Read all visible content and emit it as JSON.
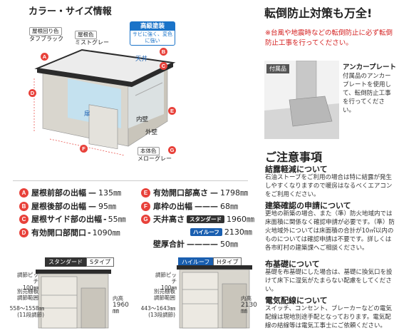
{
  "left": {
    "title": "カラー・サイズ情報",
    "roof_edge_label": "屋根回り色",
    "roof_edge_color": "タフブラック",
    "roof_label": "屋根色",
    "roof_color": "ミストグレー",
    "coating_title": "高級塗装",
    "coating_sub": "サビに強く、変色に強い",
    "ceiling": "天井",
    "door": "扉",
    "inner_wall": "内壁",
    "outer_wall": "外壁",
    "body_label": "本体色",
    "body_color": "メローグレー",
    "markers": [
      "A",
      "B",
      "C",
      "D",
      "E",
      "F",
      "G"
    ]
  },
  "specs": {
    "left": [
      {
        "m": "A",
        "label": "屋根前部の出幅",
        "value": "135㎜"
      },
      {
        "m": "B",
        "label": "屋根後部の出幅",
        "value": "95㎜"
      },
      {
        "m": "C",
        "label": "屋根サイド部の出幅",
        "value": "55㎜"
      },
      {
        "m": "D",
        "label": "有効開口部間口",
        "value": "1090㎜"
      }
    ],
    "right": [
      {
        "m": "E",
        "label": "有効開口部高さ",
        "value": "1798㎜"
      },
      {
        "m": "F",
        "label": "扉枠の出幅",
        "value": "68㎜"
      }
    ],
    "ceiling_label": "天井高さ",
    "std_tag": "スタンダード",
    "std_value": "1960㎜",
    "hi_tag": "ハイルーフ",
    "hi_value": "2130㎜",
    "wall_label": "壁厚合計",
    "wall_value": "50㎜"
  },
  "bottom": {
    "std_head": "スタンダード",
    "std_type": "Sタイプ",
    "hi_head": "ハイルーフ",
    "hi_type": "Hタイプ",
    "pitch": "調節ピッチ\n100㎜",
    "shelf_label": "別売棚板\n調節範囲",
    "std_range": "558～1558㎜\n(11段調節)",
    "hi_range": "443～1643㎜\n(13段調節)",
    "inner_h": "内高",
    "std_h": "1960\n㎜",
    "hi_h": "2130\n㎜"
  },
  "right": {
    "title": "転倒防止対策も万全!",
    "warning": "※台風や地震時などの転倒防止に必ず転倒防止工事を行ってください。",
    "accessory_tag": "付属品",
    "anchor_title": "アンカープレート",
    "anchor_body": "付属品のアンカープレートを使用して、転倒防止工事を行ってください。",
    "caution_title": "ご注意事項",
    "sections": [
      {
        "t": "結露軽減について",
        "b": "石油ストーブをご利用の場合は特に結露が発生しやすくなりますので暖房はなるべくエアコンをご利用ください。"
      },
      {
        "t": "建築確認の申請について",
        "b": "更地の新築の場合、また（準）防火地域内では床面積に関係なく確認申請が必要です。（準）防火地域外については床面積の合計が10㎡以内のものについては確認申請は不要です。詳しくは各市町村の建築課へご相談ください。"
      },
      {
        "t": "布基礎について",
        "b": "基礎を布基礎にした場合は、基礎に換気口を設けて床下に湿気がたまらない配慮をしてください。"
      },
      {
        "t": "電気配線について",
        "b": "スイッチ、コンセント、ブレーカーなどの電気配線は現地別途手配となっております。電気配線の結線等は電気工事士にご依頼ください。"
      }
    ]
  },
  "colors": {
    "accent_red": "#e8413a",
    "hi_blue": "#1a5fb0",
    "roof_black": "#2b2b2b",
    "body_gray": "#d9d6ce"
  }
}
